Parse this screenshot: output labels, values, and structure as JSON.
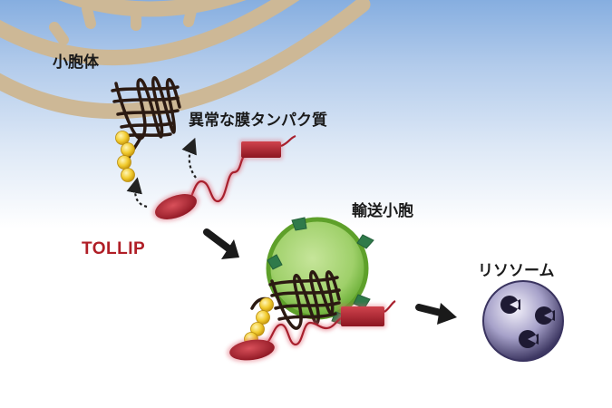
{
  "labels": {
    "golgi": "小胞体",
    "abnormal_protein": "異常な膜タンパク質",
    "tollip": "TOLLIP",
    "vesicle": "輸送小胞",
    "lysosome": "リソソーム"
  },
  "colors": {
    "tollip_text": "#b01e26",
    "golgi_membrane": "#cdb896",
    "protein_red": "#a8202d",
    "coil": "#2b1a12",
    "ubiquitin": "#f2cc30",
    "vesicle_green": "#7fbf3f",
    "lysosome": "#4a4470"
  }
}
